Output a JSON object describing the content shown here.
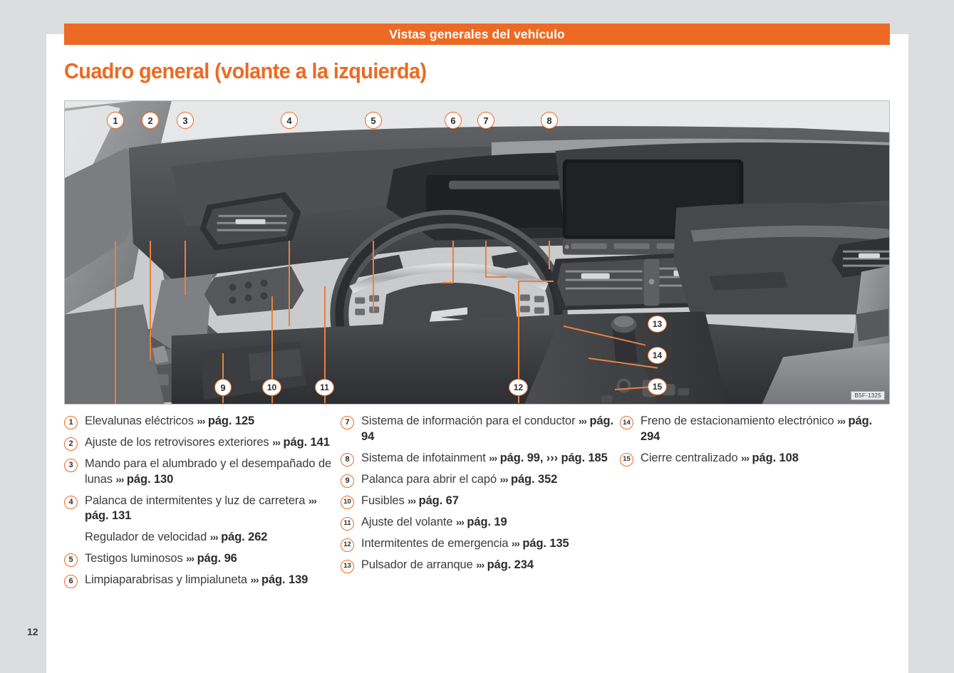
{
  "banner": {
    "title": "Vistas generales del vehículo"
  },
  "page": {
    "number": "12"
  },
  "heading": {
    "text": "Cuadro general (volante a la izquierda)"
  },
  "figure": {
    "watermark": "B5F-1325",
    "alt": "Vista general del cuadro de mandos del vehículo con volante a la izquierda",
    "callouts": [
      {
        "label": "1"
      },
      {
        "label": "2"
      },
      {
        "label": "3"
      },
      {
        "label": "4"
      },
      {
        "label": "5"
      },
      {
        "label": "6"
      },
      {
        "label": "7"
      },
      {
        "label": "8"
      },
      {
        "label": "9"
      },
      {
        "label": "10"
      },
      {
        "label": "11"
      },
      {
        "label": "12"
      },
      {
        "label": "13"
      },
      {
        "label": "14"
      },
      {
        "label": "15"
      }
    ]
  },
  "legend": {
    "chevron": "›››",
    "columns": [
      {
        "items": [
          {
            "num": "1",
            "text": "Elevalunas eléctricos ",
            "ref": "pág. 125"
          },
          {
            "num": "2",
            "text": "Ajuste de los retrovisores exteriores ",
            "ref": "pág. 141"
          },
          {
            "num": "3",
            "text": "Mando para el alumbrado y el desempañado de lunas ",
            "ref": "pág. 130"
          },
          {
            "num": "4",
            "text": "Palanca de intermitentes y luz de carretera ",
            "ref": "pág. 131"
          },
          {
            "num": "",
            "text": "Regulador de velocidad ",
            "ref": "pág. 262"
          },
          {
            "num": "5",
            "text": "Testigos luminosos ",
            "ref": "pág. 96"
          },
          {
            "num": "6",
            "text": "Limpiaparabrisas y limpialuneta ",
            "ref": "pág. 139"
          }
        ]
      },
      {
        "items": [
          {
            "num": "7",
            "text": "Sistema de información para el conductor ",
            "ref": "pág. 94"
          },
          {
            "num": "8",
            "text": "Sistema de infotainment ",
            "ref": "pág. 99, ››› pág. 185"
          },
          {
            "num": "9",
            "text": "Palanca para abrir el capó ",
            "ref": "pág. 352"
          },
          {
            "num": "10",
            "text": "Fusibles ",
            "ref": "pág. 67"
          },
          {
            "num": "11",
            "text": "Ajuste del volante ",
            "ref": "pág. 19"
          },
          {
            "num": "12",
            "text": "Intermitentes de emergencia ",
            "ref": "pág. 135"
          },
          {
            "num": "13",
            "text": "Pulsador de arranque ",
            "ref": "pág. 234"
          }
        ]
      },
      {
        "items": [
          {
            "num": "14",
            "text": "Freno de estacionamiento electrónico ",
            "ref": "pág. 294"
          },
          {
            "num": "15",
            "text": "Cierre centralizado ",
            "ref": "pág. 108"
          }
        ]
      }
    ]
  },
  "colors": {
    "accent": "#ec6a23",
    "page_bg": "#ffffff",
    "outer_bg": "#dcdddf",
    "text": "#3c3c3e"
  }
}
